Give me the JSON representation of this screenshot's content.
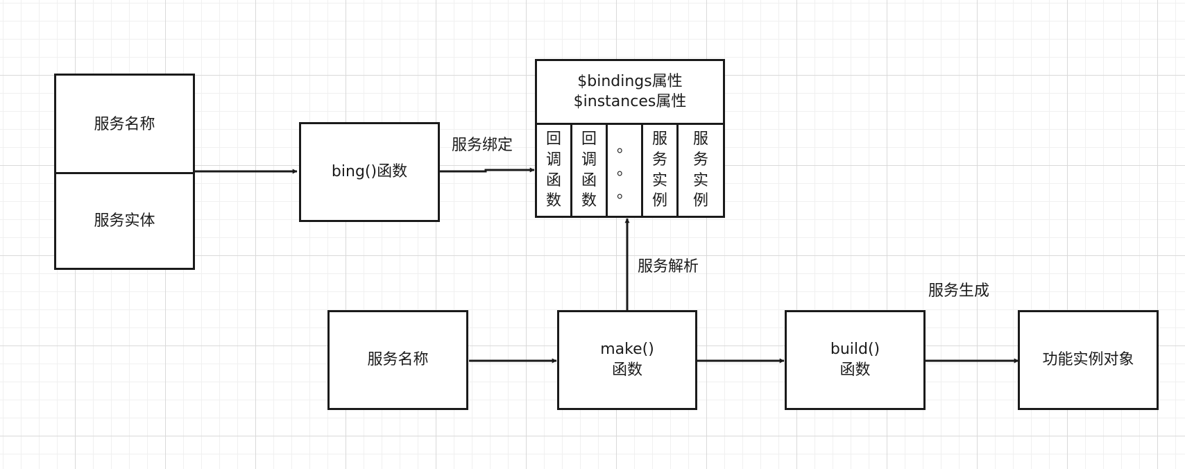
{
  "service_input": {
    "name": "服务名称",
    "entity": "服务实体"
  },
  "bind_function": "bing()函数",
  "bind_edge_label": "服务绑定",
  "container": {
    "header_lines": [
      "$bindings属性",
      "$instances属性"
    ],
    "columns": [
      "回\n调\n函\n数",
      "回\n调\n函\n数",
      "。\n。\n。",
      "服\n务\n实\n例",
      "服\n务\n实\n例"
    ]
  },
  "resolve_edge_label": "服务解析",
  "make_input": "服务名称",
  "make_function": "make()\n函数",
  "build_function": "build()\n函数",
  "generate_edge_label": "服务生成",
  "output": "功能实例对象",
  "colors": {
    "stroke": "#1a1a1a",
    "grid_major": "#d9d9d9",
    "grid_minor": "#f0f0f0",
    "background": "#ffffff"
  }
}
